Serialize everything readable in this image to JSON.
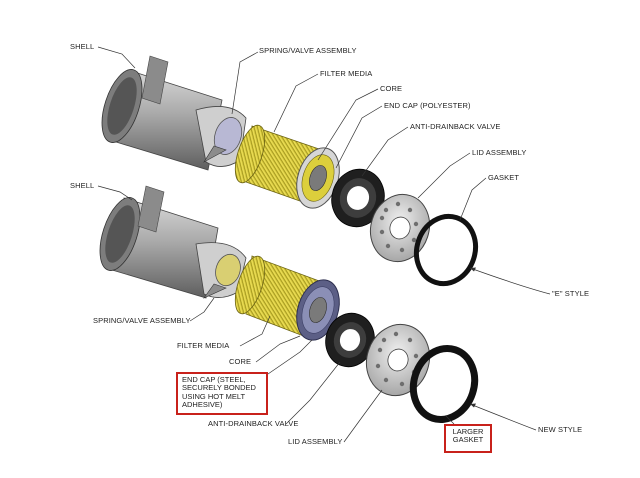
{
  "labels": {
    "shell_top": "SHELL",
    "spring_valve_top": "SPRING/VALVE ASSEMBLY",
    "filter_media_top": "FILTER MEDIA",
    "core_top": "CORE",
    "end_cap_top": "END CAP (POLYESTER)",
    "anti_drainback_top": "ANTI-DRAINBACK VALVE",
    "lid_assembly_top": "LID ASSEMBLY",
    "gasket_top": "GASKET",
    "e_style": "\"E\" STYLE",
    "shell_bottom": "SHELL",
    "spring_valve_bottom": "SPRING/VALVE ASSEMBLY",
    "filter_media_bottom": "FILTER MEDIA",
    "core_bottom": "CORE",
    "anti_drainback_bottom": "ANTI-DRAINBACK VALVE",
    "lid_assembly_bottom": "LID ASSEMBLY",
    "new_style": "NEW STYLE"
  },
  "callouts": {
    "end_cap_steel": [
      "END CAP (STEEL,",
      "SECURELY BONDED",
      "USING HOT MELT",
      "ADHESIVE)"
    ],
    "larger_gasket": [
      "LARGER",
      "GASKET"
    ]
  },
  "colors": {
    "filter_media": "#e6d84a",
    "shell": "#9a9a9a",
    "highlight_box": "#c8211b"
  }
}
